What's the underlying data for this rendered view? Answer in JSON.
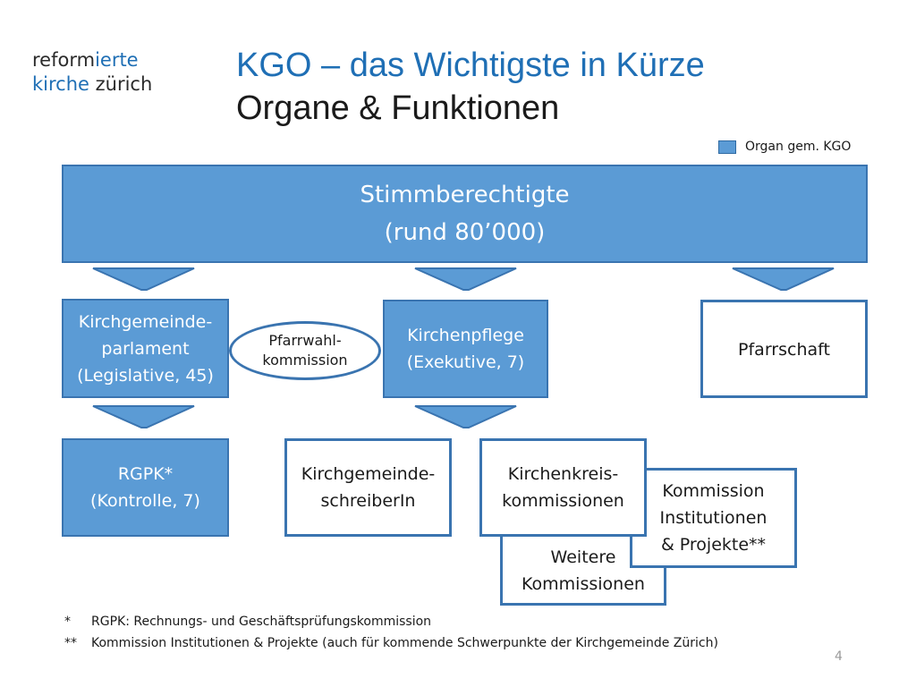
{
  "logo": {
    "line1_a": "reform",
    "line1_b": "ierte",
    "line2_a": "kirche",
    "line2_b": " zürich"
  },
  "title": "KGO – das Wichtigste in Kürze",
  "subtitle": "Organe & Funktionen",
  "legend": {
    "label": "Organ gem. KGO",
    "color": "#5b9bd5"
  },
  "boxes": {
    "stimmberechtigte": {
      "line1": "Stimmberechtigte",
      "line2": "(rund 80’000)"
    },
    "kirchgemeindeparlament": {
      "line1": "Kirchgemeinde-",
      "line2": "parlament",
      "line3": "(Legislative, 45)"
    },
    "pfarrwahlkommission": {
      "line1": "Pfarrwahl-",
      "line2": "kommission"
    },
    "kirchenpflege": {
      "line1": "Kirchenpflege",
      "line2": "(Exekutive, 7)"
    },
    "pfarrschaft": {
      "line1": "Pfarrschaft"
    },
    "rgpk": {
      "line1": "RGPK*",
      "line2": "(Kontrolle, 7)"
    },
    "kirchgemeindeschreiberin": {
      "line1": "Kirchgemeinde-",
      "line2": "schreiberIn"
    },
    "kirchenkreiskommissionen": {
      "line1": "Kirchenkreis-",
      "line2": "kommissionen"
    },
    "kommission_institutionen": {
      "line1": "Kommission",
      "line2": "Institutionen",
      "line3": "& Projekte**"
    },
    "weitere_kommissionen": {
      "line1": "Weitere",
      "line2": "Kommissionen"
    }
  },
  "footnotes": [
    {
      "mark": "*",
      "text": "RGPK: Rechnungs- und Geschäftsprüfungskommission"
    },
    {
      "mark": "**",
      "text": "Kommission Institutionen & Projekte (auch für kommende Schwerpunkte der Kirchgemeinde Zürich)"
    }
  ],
  "page_number": "4",
  "colors": {
    "accent": "#1f6fb5",
    "organ_fill": "#5b9bd5",
    "border": "#3a74b0"
  }
}
